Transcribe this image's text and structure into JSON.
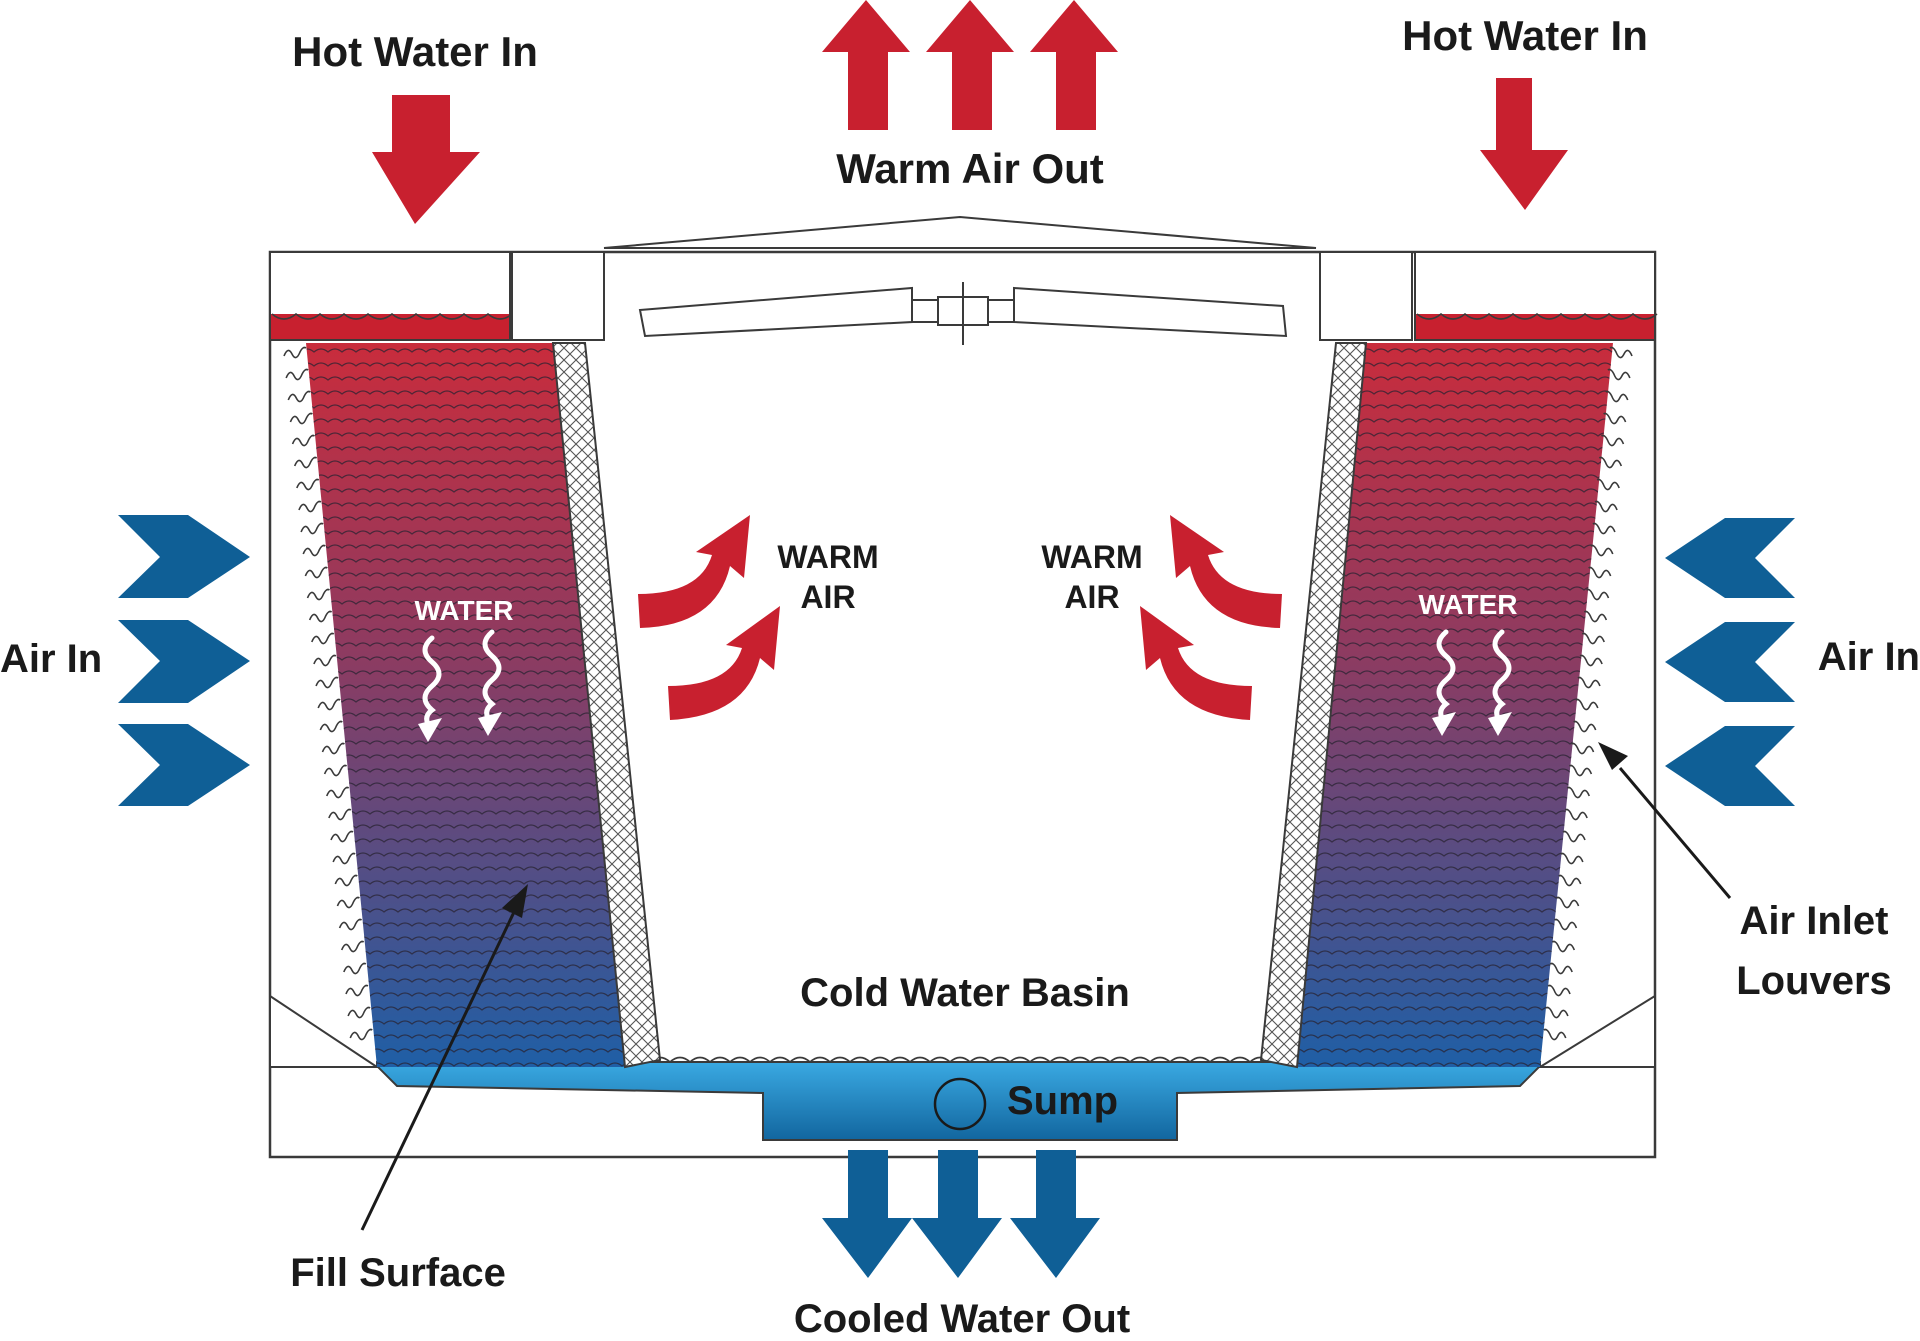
{
  "labels": {
    "hot_water_in_left": "Hot Water In",
    "hot_water_in_right": "Hot Water In",
    "warm_air_out": "Warm Air Out",
    "air_in_left": "Air In",
    "air_in_right": "Air In",
    "warm_air_left_line1": "WARM",
    "warm_air_left_line2": "AIR",
    "warm_air_right_line1": "WARM",
    "warm_air_right_line2": "AIR",
    "water_left": "WATER",
    "water_right": "WATER",
    "cold_water_basin": "Cold Water Basin",
    "sump": "Sump",
    "air_inlet_louvers_line1": "Air Inlet",
    "air_inlet_louvers_line2": "Louvers",
    "fill_surface": "Fill Surface",
    "cooled_water_out": "Cooled Water Out"
  },
  "colors": {
    "hot_red": "#c8202f",
    "cold_blue": "#0f5f96",
    "basin_blue": "#1f8fd0",
    "fill_top": "#c92c3c",
    "fill_bottom": "#1f5fa6",
    "outline": "#3a3a3a",
    "text": "#1a1a1a"
  }
}
